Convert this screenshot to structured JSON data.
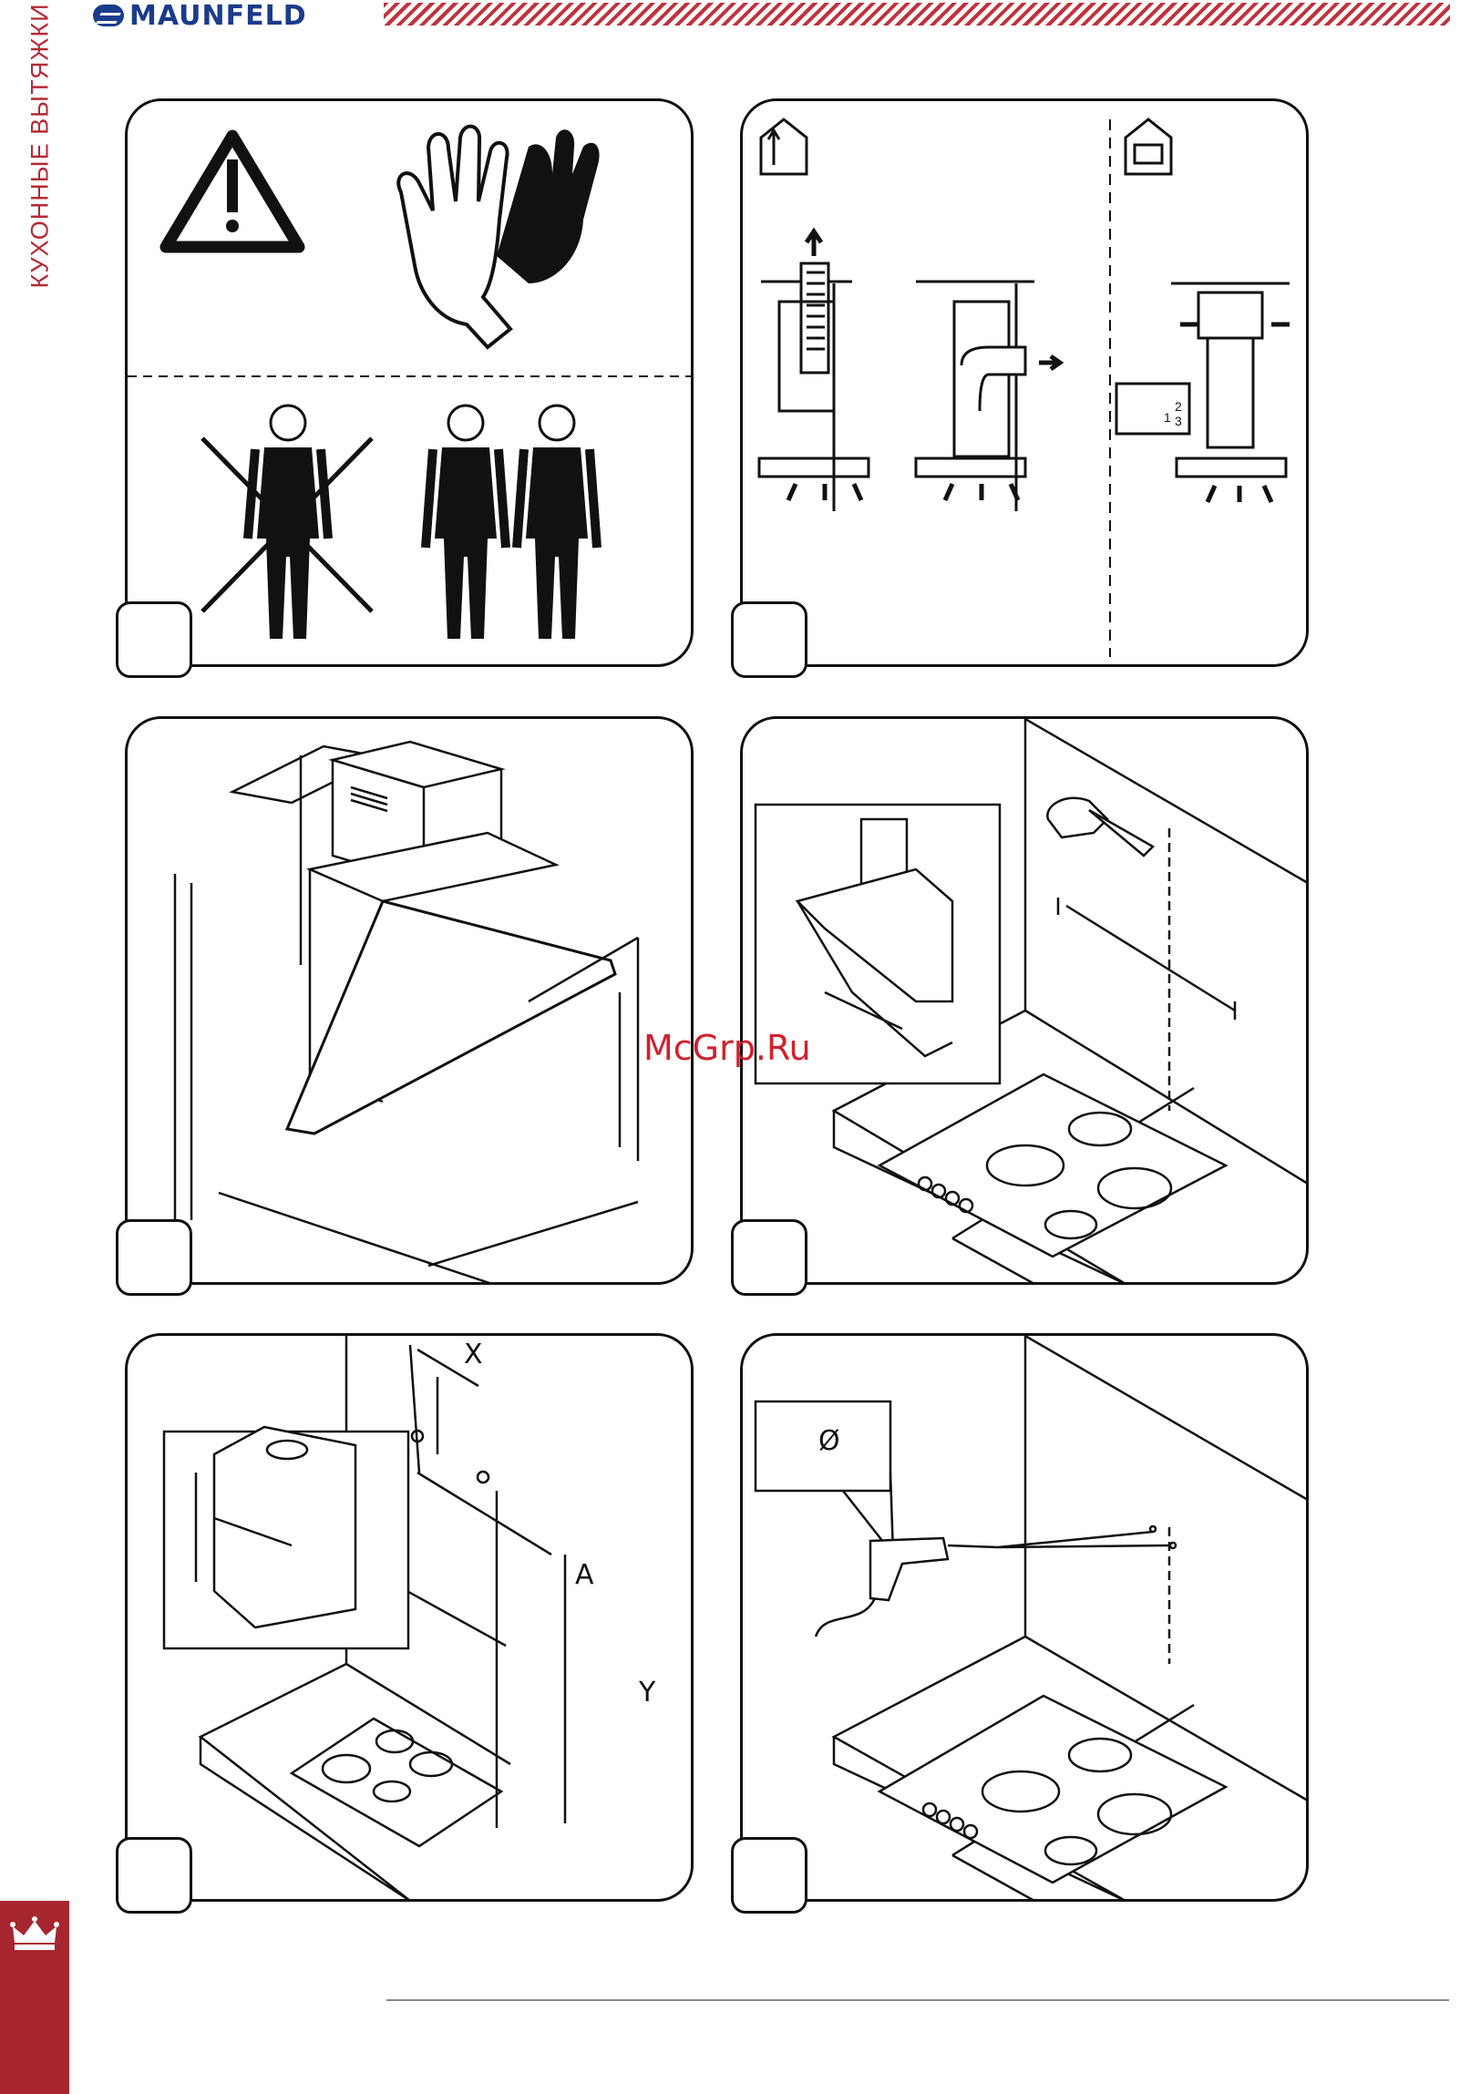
{
  "header": {
    "brand": "MAUNFELD",
    "section_label": "КУХОННЫЕ ВЫТЯЖКИ"
  },
  "watermark": "McGrp.Ru",
  "panels": {
    "p5": {
      "label_x": "X",
      "label_a": "A",
      "label_y": "Y"
    },
    "p6": {
      "diameter_symbol": "Ø"
    },
    "p2": {
      "speed_1": "1",
      "speed_2": "2",
      "speed_3": "3"
    }
  },
  "colors": {
    "accent": "#a8262f",
    "brand_blue": "#1b3c8c"
  },
  "icons": [
    "warning-icon",
    "gloves-icon",
    "crown-icon",
    "house-exhaust-icon",
    "house-recirculation-icon",
    "hand-pencil-icon",
    "drill-icon"
  ]
}
